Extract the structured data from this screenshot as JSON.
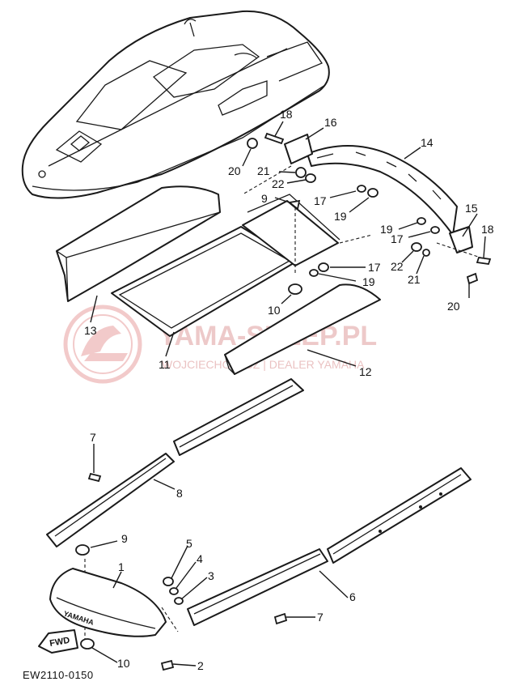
{
  "watermark": {
    "brand": "YAMA-SKLEP.PL",
    "dealer": "WOJCIECHOWICZ | DEALER YAMAHA",
    "color": "#e8a0a0"
  },
  "reference_code": "EW2110-0150",
  "fwd_label": "FWD",
  "bumper_decal": "YAMAHA",
  "callouts": [
    {
      "id": "c18a",
      "text": "18"
    },
    {
      "id": "c16",
      "text": "16"
    },
    {
      "id": "c14",
      "text": "14"
    },
    {
      "id": "c20a",
      "text": "20"
    },
    {
      "id": "c21a",
      "text": "21"
    },
    {
      "id": "c22a",
      "text": "22"
    },
    {
      "id": "c17a",
      "text": "17"
    },
    {
      "id": "c19a",
      "text": "19"
    },
    {
      "id": "c9a",
      "text": "9"
    },
    {
      "id": "c15",
      "text": "15"
    },
    {
      "id": "c19b",
      "text": "19"
    },
    {
      "id": "c17b",
      "text": "17"
    },
    {
      "id": "c18b",
      "text": "18"
    },
    {
      "id": "c22b",
      "text": "22"
    },
    {
      "id": "c21b",
      "text": "21"
    },
    {
      "id": "c17c",
      "text": "17"
    },
    {
      "id": "c19c",
      "text": "19"
    },
    {
      "id": "c20b",
      "text": "20"
    },
    {
      "id": "c10a",
      "text": "10"
    },
    {
      "id": "c13",
      "text": "13"
    },
    {
      "id": "c11",
      "text": "11"
    },
    {
      "id": "c12",
      "text": "12"
    },
    {
      "id": "c7a",
      "text": "7"
    },
    {
      "id": "c8",
      "text": "8"
    },
    {
      "id": "c9b",
      "text": "9"
    },
    {
      "id": "c5",
      "text": "5"
    },
    {
      "id": "c4",
      "text": "4"
    },
    {
      "id": "c3",
      "text": "3"
    },
    {
      "id": "c1",
      "text": "1"
    },
    {
      "id": "c6",
      "text": "6"
    },
    {
      "id": "c7b",
      "text": "7"
    },
    {
      "id": "c10b",
      "text": "10"
    },
    {
      "id": "c2",
      "text": "2"
    }
  ]
}
